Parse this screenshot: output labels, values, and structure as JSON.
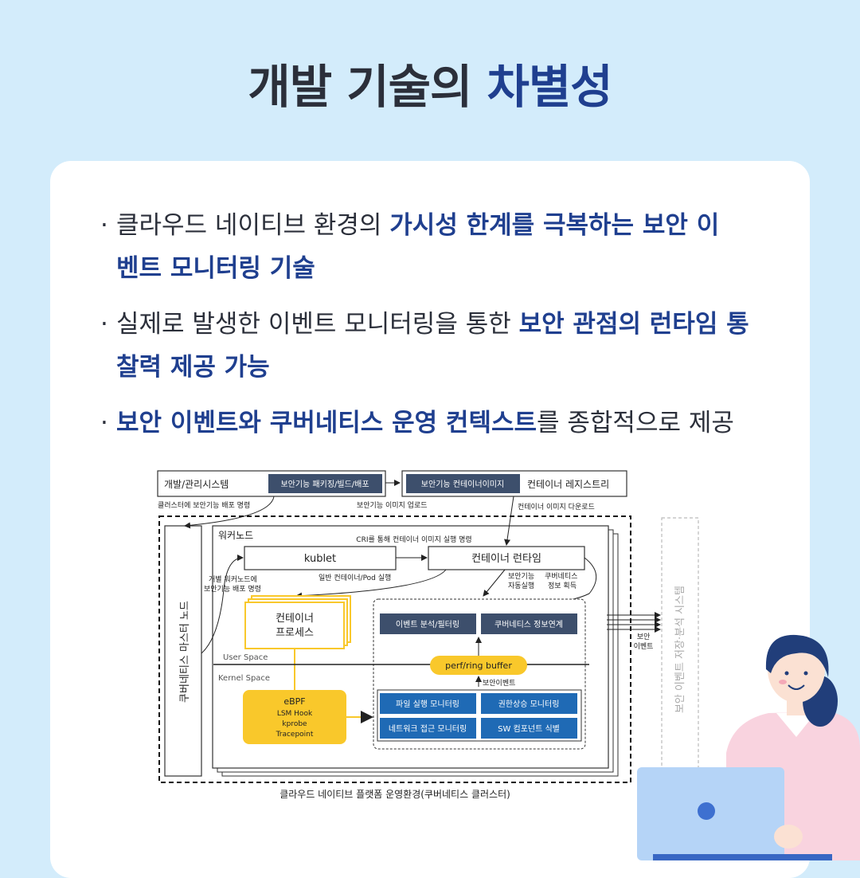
{
  "title": {
    "plain": "개발 기술의 ",
    "accent": "차별성"
  },
  "bullets": [
    {
      "dot": "·",
      "plain_before": "클라우드 네이티브 환경의 ",
      "highlight": "가시성 한계를 극복하는 보안 이벤트 모니터링 기술",
      "plain_after": ""
    },
    {
      "dot": "·",
      "plain_before": "실제로 발생한 이벤트 모니터링을 통한 ",
      "highlight": "보안 관점의 런타임 통찰력 제공 가능",
      "plain_after": ""
    },
    {
      "dot": "·",
      "plain_before": "",
      "highlight": "보안 이벤트와 쿠버네티스 운영 컨텍스트",
      "plain_after": "를 종합적으로 제공"
    }
  ],
  "diagram": {
    "dev_system": "개발/관리시스템",
    "build_box": "보안기능 패키징/빌드/배포",
    "image_box": "보안기능 컨테이너이미지",
    "registry": "컨테이너 레지스트리",
    "deploy_cmd": "클러스터에 보안기능 배포 명령",
    "image_upload": "보안기능 이미지 업로드",
    "image_download": "컨테이너 이미지 다운로드",
    "master_node": "쿠버네티스 마스터 노드",
    "worker_node": "워커노드",
    "cri_label": "CRI를 통해 컨테이너 이미지 실행 명령",
    "kublet": "kublet",
    "runtime": "컨테이너 런타임",
    "worker_deploy": [
      "개별 워커노드에",
      "보안기능 배포 명령"
    ],
    "pod_run": "일반 컨테이너/Pod 실행",
    "auto_run": [
      "보안기능",
      "자동실행"
    ],
    "k8s_info": [
      "쿠버네티스",
      "정보 획득"
    ],
    "container_proc": [
      "컨테이너",
      "프로세스"
    ],
    "event_filter": "이벤트 분석/필터링",
    "k8s_link": "쿠버네티스 정보연계",
    "user_space": "User Space",
    "kernel_space": "Kernel Space",
    "ring_buffer": "perf/ring buffer",
    "security_event": "보안이벤트",
    "ebpf": [
      "eBPF",
      "LSM Hook",
      "kprobe",
      "Tracepoint"
    ],
    "file_mon": "파일 실행 모니터링",
    "priv_mon": "권한상승 모니터링",
    "net_mon": "네트워크 접근 모니터링",
    "sw_id": "SW 컴포넌트 식별",
    "sec_event_out": [
      "보안",
      "이벤트"
    ],
    "storage": "보안 이벤트 저장·분석 시스템",
    "platform": "클라우드 네이티브 플랫폼 운영환경(쿠버네티스 클러스터)"
  },
  "colors": {
    "accent": "#1f3f8f",
    "bg": "#d3ecfb",
    "box_dark": "#3d4f6c",
    "box_blue": "#1f6ab5",
    "yellow": "#f9c82b"
  }
}
